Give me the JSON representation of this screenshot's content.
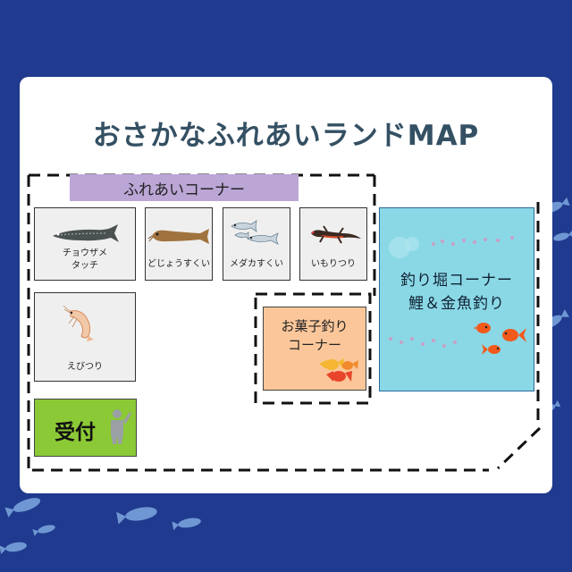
{
  "map": {
    "title": "おさかなふれあいランドMAP",
    "colors": {
      "background": "#1f3a8e",
      "title": "#345063",
      "banner": "#bba6d6",
      "reception": "#8cc936",
      "candy": "#fbc79a",
      "pond": "#8ad8e6"
    },
    "fureai": {
      "banner": "ふれあいコーナー",
      "tiles": [
        {
          "line1": "チョウザメ",
          "line2": "タッチ",
          "icon": "sturgeon-icon"
        },
        {
          "line1": "どじょうすくい",
          "icon": "loach-icon"
        },
        {
          "line1": "メダカすくい",
          "icon": "medaka-icon"
        },
        {
          "line1": "いもりつり",
          "icon": "newt-icon"
        },
        {
          "line1": "えびつり",
          "icon": "shrimp-icon"
        }
      ]
    },
    "reception": {
      "label": "受付",
      "icon": "staff-person-icon"
    },
    "candy": {
      "line1": "お菓子釣り",
      "line2": "コーナー",
      "icon": "candy-icon"
    },
    "pond": {
      "line1": "釣り堀コーナー",
      "line2": "鯉＆金魚釣り",
      "icon": "goldfish-icon"
    }
  }
}
